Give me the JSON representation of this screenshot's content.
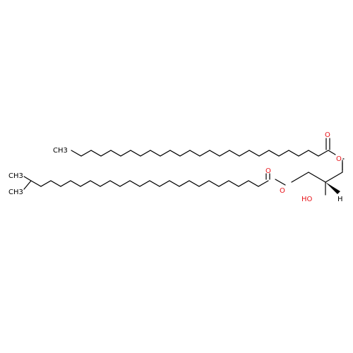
{
  "molecule": {
    "atoms": {
      "methyl_top": "CH3",
      "methyl_iso_top": "CH3",
      "methyl_iso_bottom": "CH3",
      "ester_o_carbonyl_top": "O",
      "ester_o_link_top": "O",
      "ester_o_carbonyl_bottom": "O",
      "ester_o_link_bottom": "O",
      "hydroxyl": "HO",
      "stereo_h": "H"
    },
    "colors": {
      "bond": "#000000",
      "oxygen": "#e8141a",
      "hydrogen": "#000000"
    }
  }
}
